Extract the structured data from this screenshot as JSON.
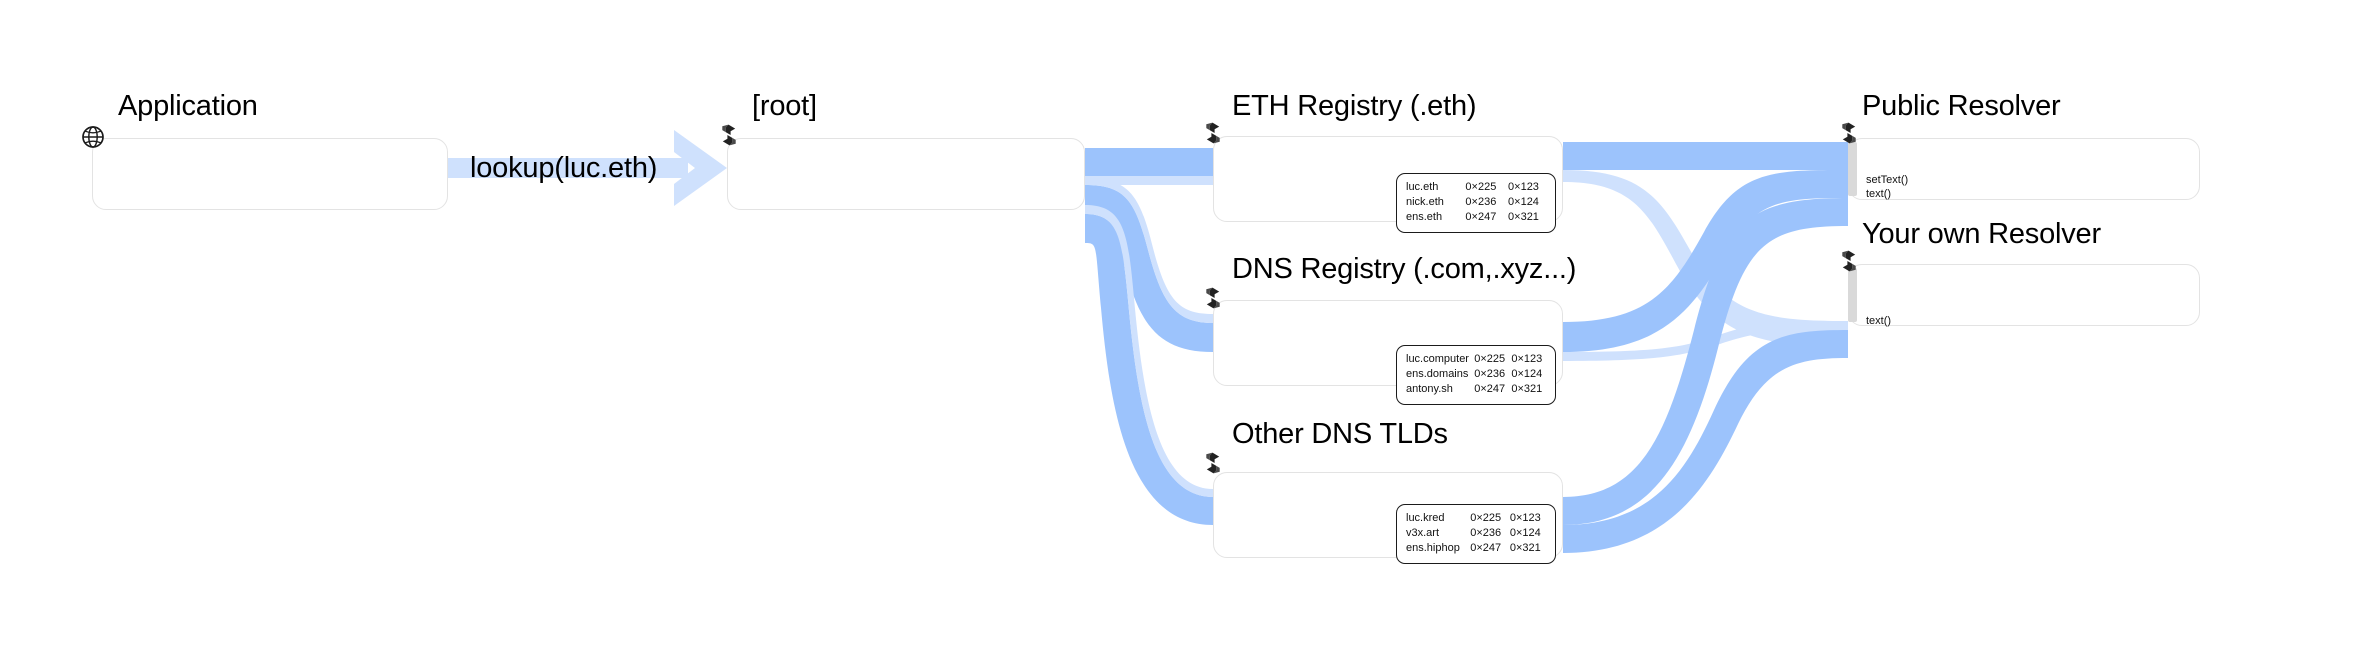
{
  "diagram": {
    "title_visible": false,
    "colors": {
      "ribbon": "#9cc3fc",
      "ribbon_light": "#cfe1fd",
      "node_border": "#e3e3e3",
      "node_fill": "#ffffff",
      "accent_bar": "#d9d9d9",
      "table_border": "#1b1b1b",
      "text": "#000000"
    }
  },
  "nodes": {
    "application": {
      "title": "Application",
      "icon": "globe-icon"
    },
    "root": {
      "title": "[root]",
      "icon": "contract-icon"
    },
    "eth_registry": {
      "title": "ETH Registry (.eth)",
      "icon": "contract-icon",
      "records": {
        "rows": [
          {
            "name": "luc.eth",
            "col_a": "0×225",
            "col_b": "0×123"
          },
          {
            "name": "nick.eth",
            "col_a": "0×236",
            "col_b": "0×124"
          },
          {
            "name": "ens.eth",
            "col_a": "0×247",
            "col_b": "0×321"
          }
        ]
      }
    },
    "dns_registry": {
      "title": "DNS Registry (.com,.xyz...)",
      "icon": "contract-icon",
      "records": {
        "rows": [
          {
            "name": "luc.computer",
            "col_a": "0×225",
            "col_b": "0×123"
          },
          {
            "name": "ens.domains",
            "col_a": "0×236",
            "col_b": "0×124"
          },
          {
            "name": "antony.sh",
            "col_a": "0×247",
            "col_b": "0×321"
          }
        ]
      }
    },
    "other_dns_tlds": {
      "title": "Other DNS TLDs",
      "icon": "contract-icon",
      "records": {
        "rows": [
          {
            "name": "luc.kred",
            "col_a": "0×225",
            "col_b": "0×123"
          },
          {
            "name": "v3x.art",
            "col_a": "0×236",
            "col_b": "0×124"
          },
          {
            "name": "ens.hiphop",
            "col_a": "0×247",
            "col_b": "0×321"
          }
        ]
      }
    },
    "public_resolver": {
      "title": "Public Resolver",
      "icon": "contract-icon",
      "methods": [
        "setText()",
        "text()"
      ]
    },
    "your_own_resolver": {
      "title": "Your own Resolver",
      "icon": "contract-icon",
      "methods": [
        "text()"
      ]
    }
  },
  "edges": {
    "lookup": {
      "label": "lookup(luc.eth)"
    }
  }
}
